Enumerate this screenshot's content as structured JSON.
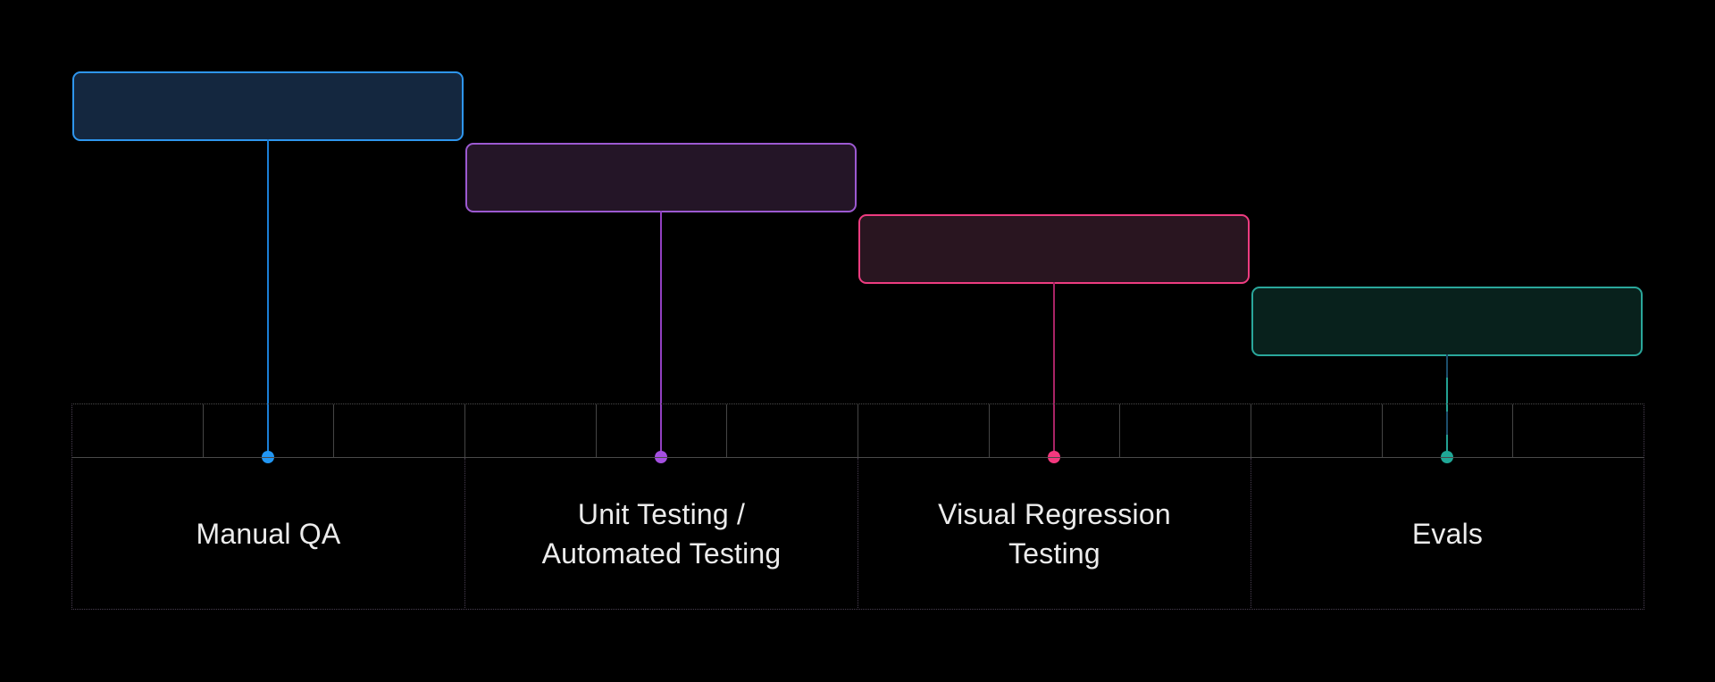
{
  "background": "#000000",
  "text_color": "#ececec",
  "grid": {
    "columns": 4,
    "ruler_subcells": 12,
    "line_color_solid": "#4a4a4a",
    "line_color_dotted": "#4a3f52"
  },
  "stages": [
    {
      "label": "Manual QA",
      "box_border": "#2e96ee",
      "box_fill": "#14273f",
      "line_color": "#1b7fd6",
      "dot_color": "#2196f3"
    },
    {
      "label": "Unit Testing /\nAutomated Testing",
      "box_border": "#9c59d1",
      "box_fill": "#241527",
      "line_color": "#9240c2",
      "dot_color": "#a44fe0"
    },
    {
      "label": "Visual Regression\nTesting",
      "box_border": "#ee3c80",
      "box_fill": "#291520",
      "line_color": "#a82465",
      "dot_color": "#f4387e"
    },
    {
      "label": "Evals",
      "box_border": "#2aa79b",
      "box_fill": "#08211c",
      "line_color": "#1c4f6d",
      "line_dash_color": "#23a093",
      "dot_color": "#1fa796"
    }
  ]
}
